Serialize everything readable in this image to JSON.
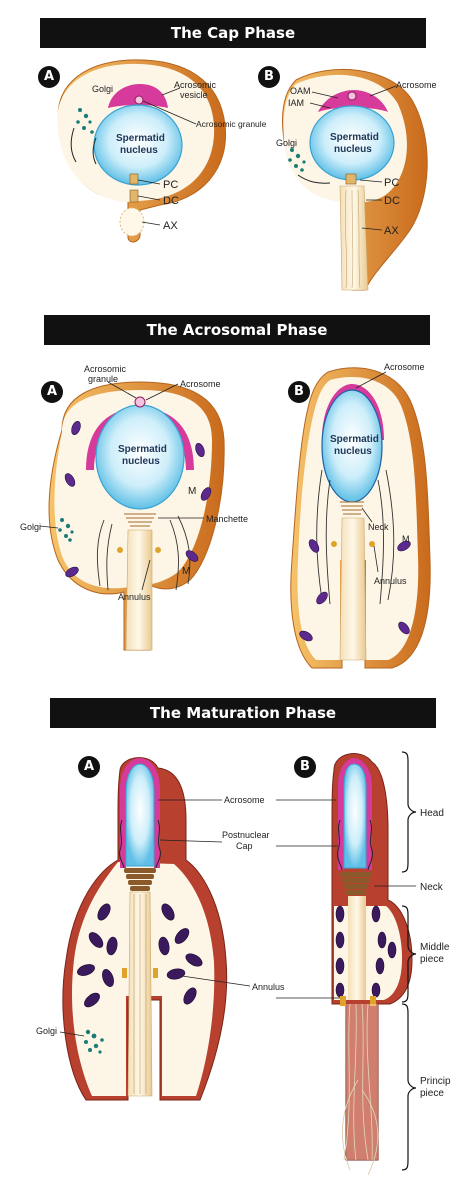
{
  "phases": [
    {
      "title": "The Cap Phase",
      "panels": [
        "A",
        "B"
      ]
    },
    {
      "title": "The Acrosomal Phase",
      "panels": [
        "A",
        "B"
      ]
    },
    {
      "title": "The Maturation Phase",
      "panels": [
        "A",
        "B"
      ]
    }
  ],
  "cap": {
    "a": {
      "golgi": "Golgi",
      "acrosomic_vesicle_1": "Acrosomic",
      "acrosomic_vesicle_2": "vesicle",
      "acrosomic_granule": "Acrosomic granule",
      "nucleus_1": "Spermatid",
      "nucleus_2": "nucleus",
      "pc": "PC",
      "dc": "DC",
      "ax": "AX"
    },
    "b": {
      "oam": "OAM",
      "iam": "IAM",
      "acrosome": "Acrosome",
      "golgi": "Golgi",
      "nucleus_1": "Spermatid",
      "nucleus_2": "nucleus",
      "pc": "PC",
      "dc": "DC",
      "ax": "AX"
    }
  },
  "acrosomal": {
    "a": {
      "acrosomic_granule_1": "Acrosomic",
      "acrosomic_granule_2": "granule",
      "acrosome": "Acrosome",
      "nucleus_1": "Spermatid",
      "nucleus_2": "nucleus",
      "golgi": "Golgi",
      "m1": "M",
      "m2": "M",
      "manchette": "Manchette",
      "annulus": "Annulus"
    },
    "b": {
      "acrosome": "Acrosome",
      "nucleus_1": "Spermatid",
      "nucleus_2": "nucleus",
      "neck": "Neck",
      "m": "M",
      "annulus": "Annulus"
    }
  },
  "maturation": {
    "acrosome": "Acrosome",
    "postnuclear_1": "Postnuclear",
    "postnuclear_2": "Cap",
    "annulus": "Annulus",
    "golgi": "Golgi",
    "head": "Head",
    "neck": "Neck",
    "middle_1": "Middle",
    "middle_2": "piece",
    "principal_1": "Princip",
    "principal_2": "piece"
  },
  "colors": {
    "cell_rim": "#d9852e",
    "cytoplasm": "#fdf6e6",
    "nucleus": "#bfe6f5",
    "acrosome": "#d63a9b",
    "mito": "#3a1a5c",
    "golgi": "#1a7b78",
    "tissue": "#b8402e"
  }
}
